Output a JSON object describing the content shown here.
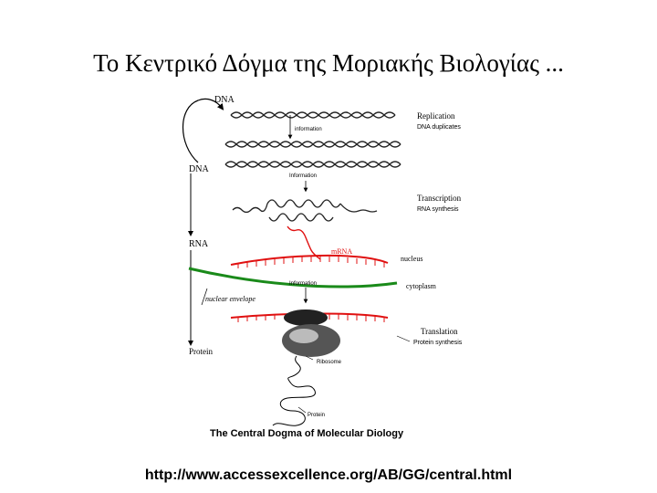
{
  "slide": {
    "title": "Το Κεντρικό Δόγμα της Μοριακής Βιολογίας ...",
    "url": "http://www.accessexcellence.org/AB/GG/central.html"
  },
  "diagram": {
    "left_labels": {
      "dna_top": "DNA",
      "dna_mid": "DNA",
      "rna": "RNA",
      "protein": "Protein"
    },
    "replication": {
      "title": "Replication",
      "subtitle": "DNA duplicates",
      "info": "information"
    },
    "transcription": {
      "title": "Transcription",
      "subtitle": "RNA synthesis",
      "info": "Information"
    },
    "mrna": "mRNA",
    "nucleus": "nucleus",
    "cytoplasm": "cytoplasm",
    "nuclear_envelope": "nuclear envelope",
    "info_cytoplasm": "Information",
    "translation": {
      "title": "Translation",
      "subtitle": "Protein synthesis"
    },
    "ribosome": "Ribosome",
    "protein_small": "Protein",
    "caption": "The Central Dogma of Molecular Diology",
    "colors": {
      "rna": "#e01010",
      "membrane": "#1a8a1a",
      "dna": "#222222"
    }
  }
}
